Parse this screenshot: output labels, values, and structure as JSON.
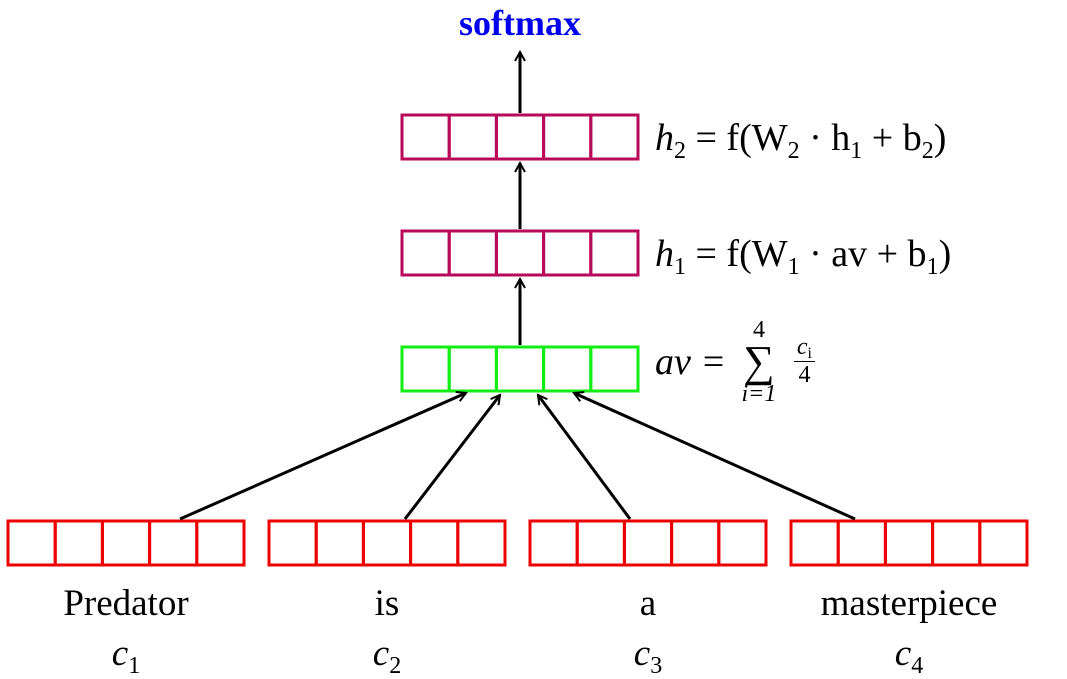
{
  "title": "softmax",
  "colors": {
    "title": "#0000ee",
    "hidden": "#b8085a",
    "average": "#11ee11",
    "word": "#ee0000",
    "arrow": "#000000"
  },
  "equations": {
    "h2": {
      "lhs": "h",
      "lhs_sub": "2",
      "rhs_a": "= f(W",
      "rhs_a_sub": "2",
      "rhs_b": " · h",
      "rhs_b_sub": "1",
      "rhs_c": " + b",
      "rhs_c_sub": "2",
      "rhs_d": ")"
    },
    "h1": {
      "lhs": "h",
      "lhs_sub": "1",
      "rhs_a": "= f(W",
      "rhs_a_sub": "1",
      "rhs_b": " · av + b",
      "rhs_b_sub": "1",
      "rhs_c": ")"
    },
    "av": {
      "lhs": "av =",
      "sum_top": "4",
      "sum_bottom": "i=1",
      "sum_symbol": "∑",
      "frac_num": "c",
      "frac_num_sub": "i",
      "frac_den": "4"
    }
  },
  "words": [
    {
      "text": "Predator",
      "var": "c",
      "sub": "1"
    },
    {
      "text": "is",
      "var": "c",
      "sub": "2"
    },
    {
      "text": "a",
      "var": "c",
      "sub": "3"
    },
    {
      "text": "masterpiece",
      "var": "c",
      "sub": "4"
    }
  ]
}
